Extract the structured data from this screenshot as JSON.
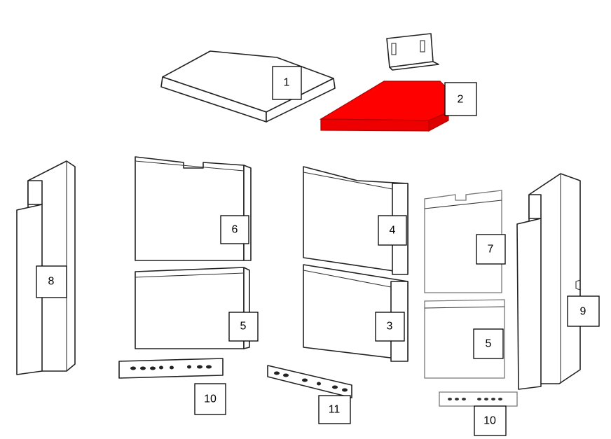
{
  "title": "Exploded parts diagram",
  "highlight_color": "#ff0000",
  "labels": {
    "top_plate": "1",
    "baffle_plate": "2",
    "rear_left_upper": "6",
    "rear_left_lower": "5",
    "rear_mid_upper": "4",
    "rear_mid_lower": "3",
    "right_upper": "7",
    "right_lower": "5",
    "side_left": "8",
    "side_right": "9",
    "grate_left": "10",
    "grate_mid": "11",
    "grate_right": "10"
  }
}
